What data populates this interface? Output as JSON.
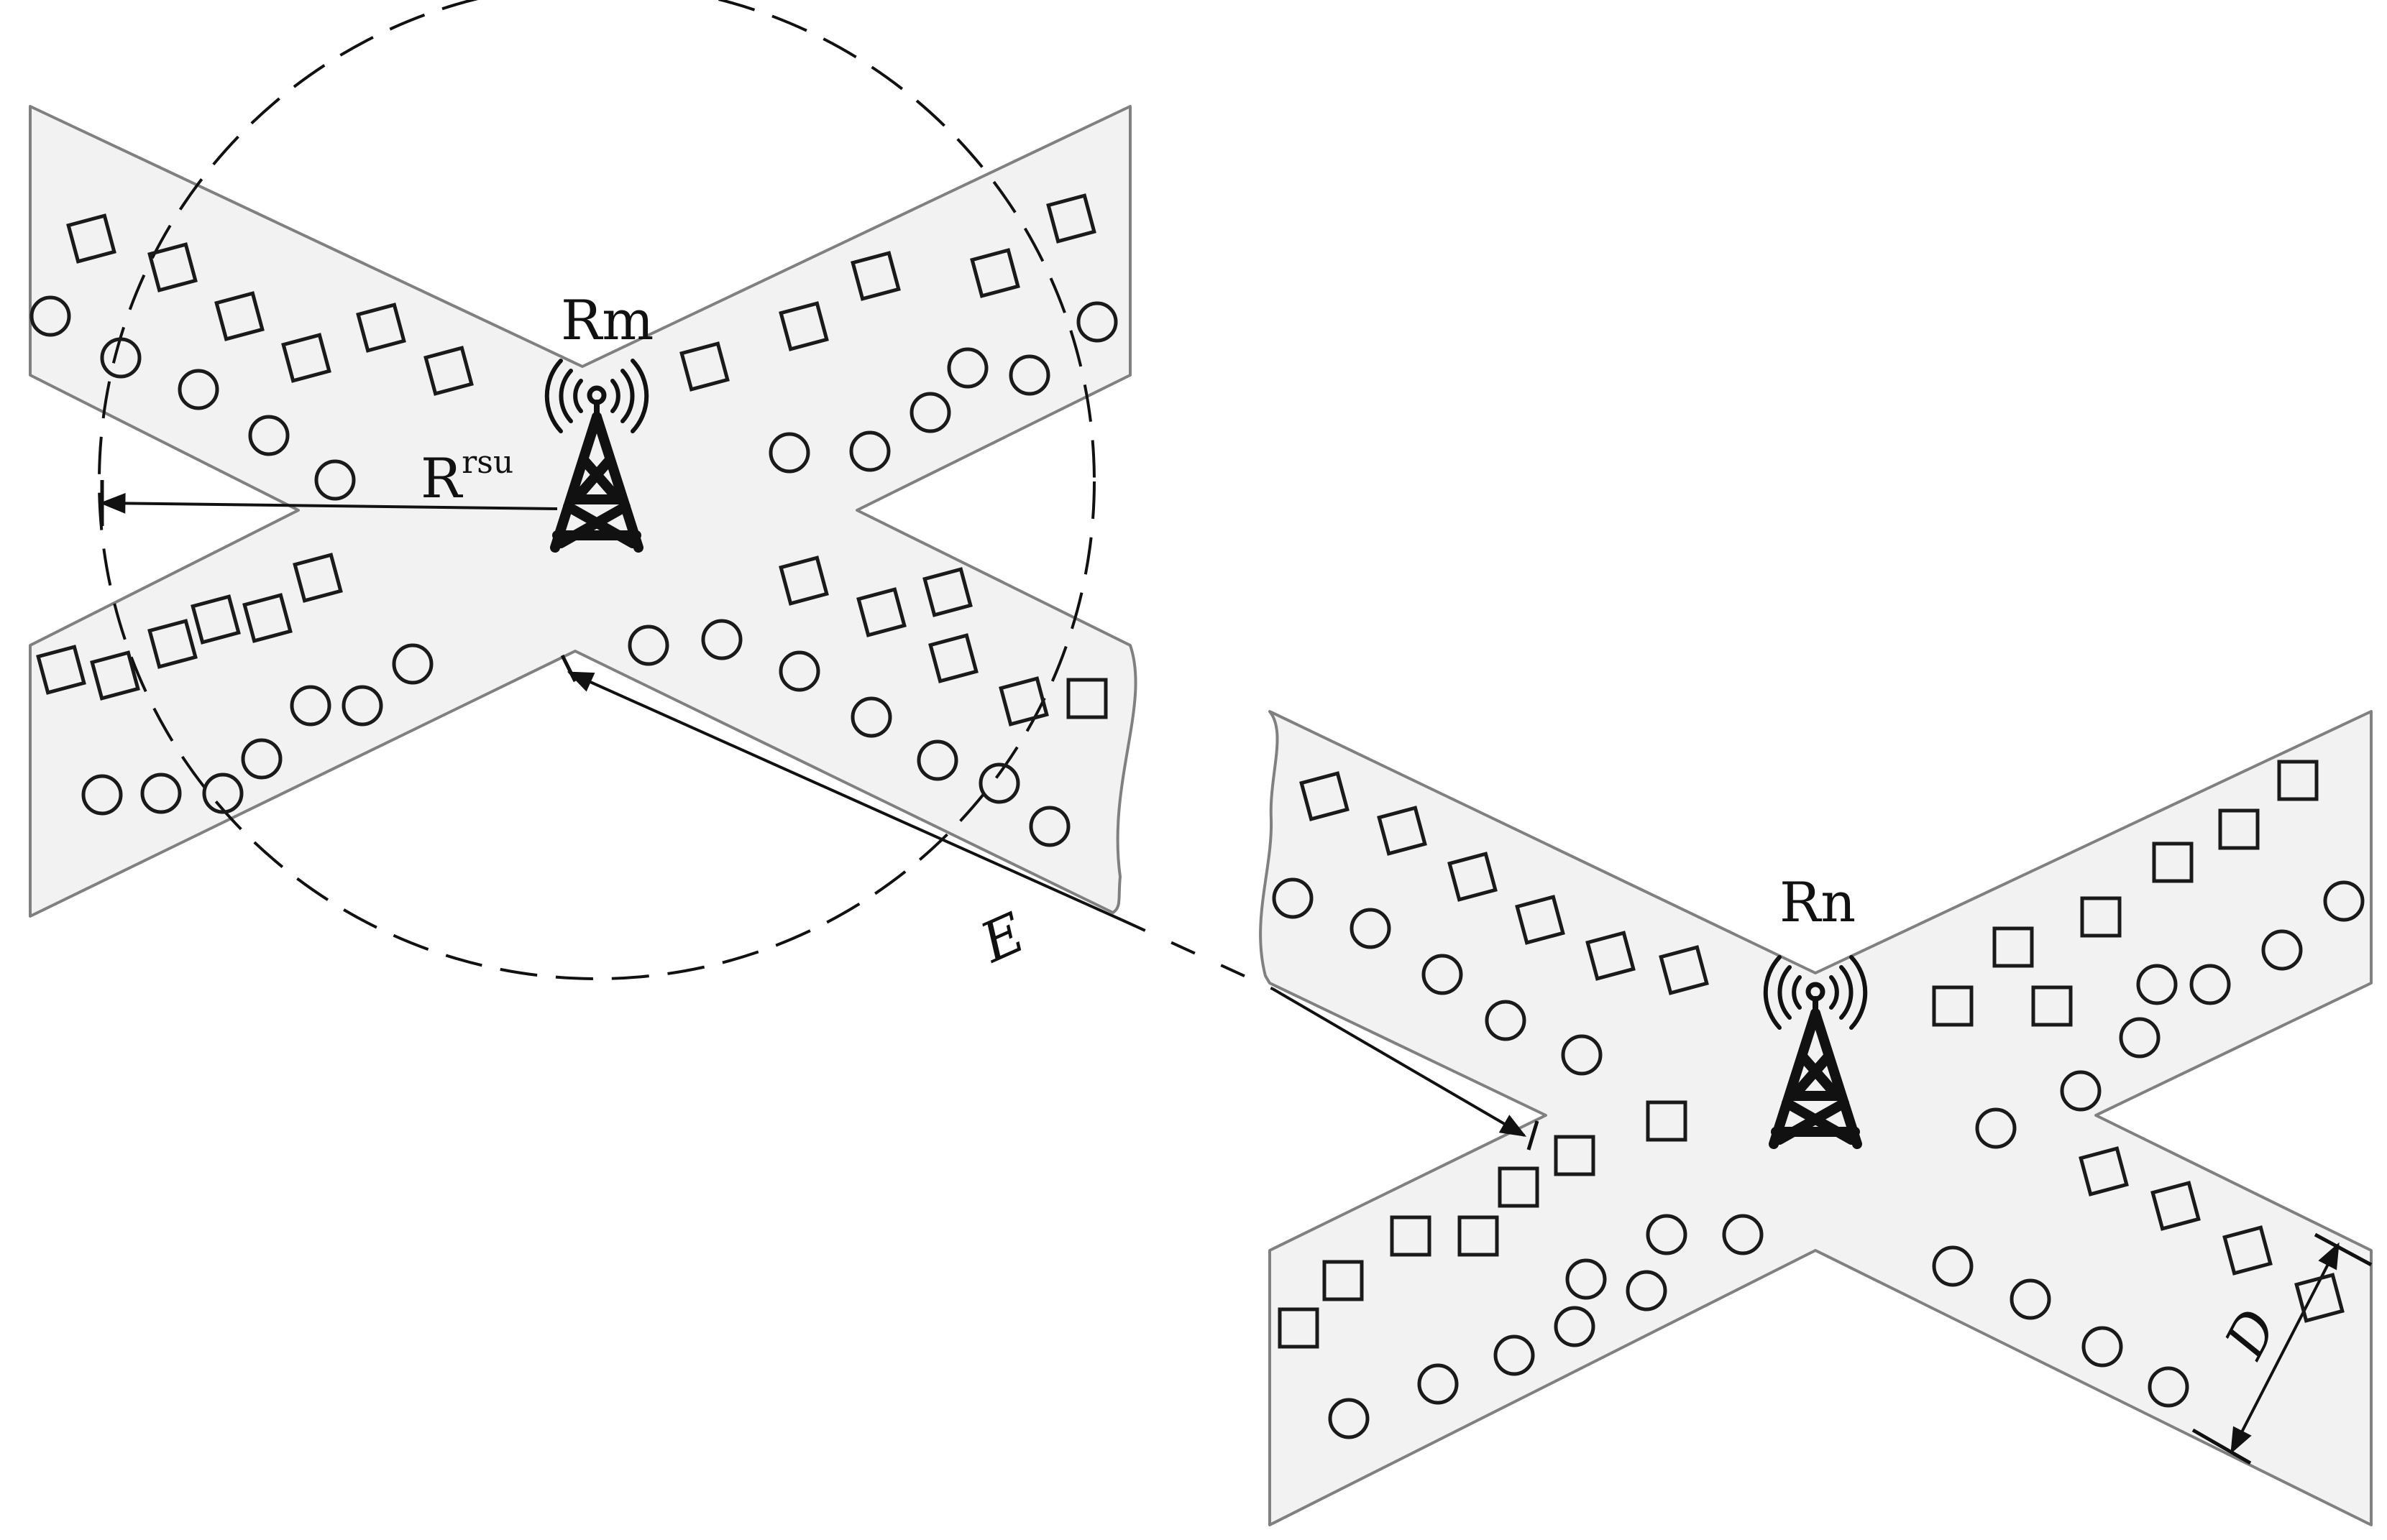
{
  "labels": {
    "rsu_m": "Rm",
    "rsu_n": "Rn",
    "coverage_radius_base": "R",
    "coverage_radius_sup": "rsu",
    "distance": "E",
    "road_width": "D"
  },
  "colors": {
    "road_fill": "#f2f2f2",
    "road_edge": "#808080",
    "ink": "#1a1a1a",
    "background": "#ffffff"
  },
  "icons": {
    "rsu": "radio-tower-icon",
    "car": "square-vehicle-icon",
    "node": "circle-vehicle-icon"
  }
}
